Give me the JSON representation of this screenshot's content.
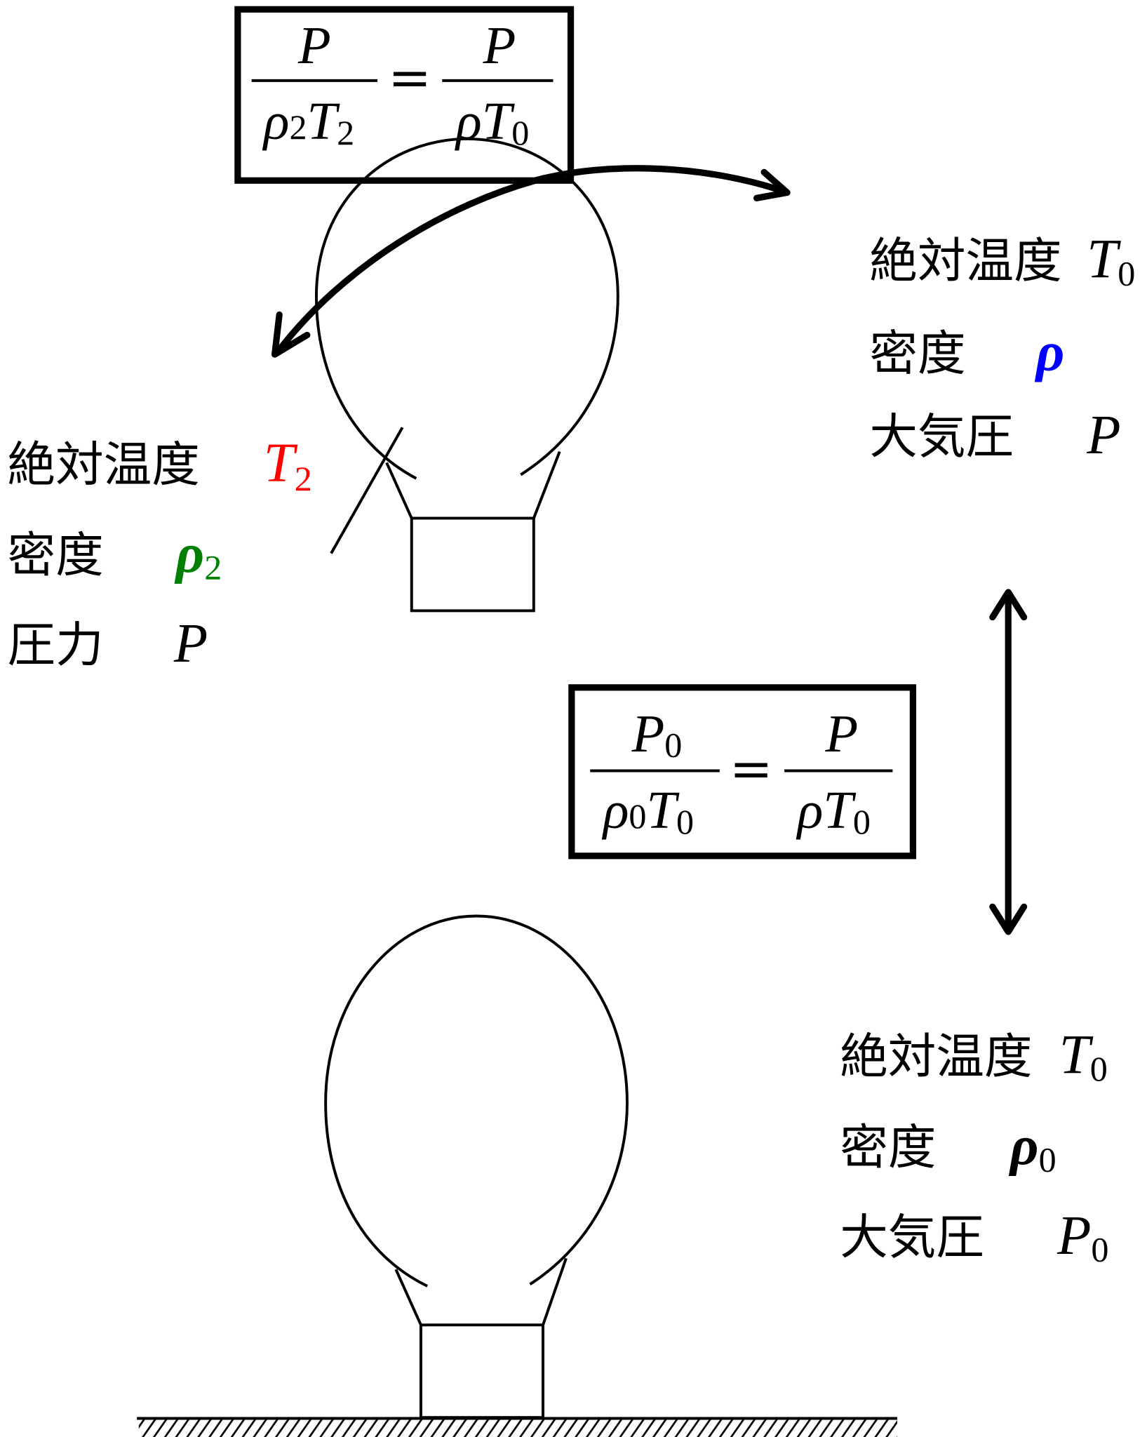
{
  "colors": {
    "T2": "#ff0000",
    "rho2": "#008000",
    "rho": "#0000ff",
    "default": "#000000"
  },
  "top_formula": {
    "left_num": "P",
    "left_den_a": "ρ",
    "left_den_a_sub": "2",
    "left_den_b": "T",
    "left_den_b_sub": "2",
    "equals": "=",
    "right_num": "P",
    "right_den_a": "ρ",
    "right_den_b": "T",
    "right_den_b_sub": "0"
  },
  "middle_formula": {
    "left_num": "P",
    "left_num_sub": "0",
    "left_den_a": "ρ",
    "left_den_a_sub": "0",
    "left_den_b": "T",
    "left_den_b_sub": "0",
    "equals": "=",
    "right_num": "P",
    "right_den_a": "ρ",
    "right_den_b": "T",
    "right_den_b_sub": "0"
  },
  "inside_labels": {
    "temp": "絶対温度",
    "temp_sym": "T",
    "temp_sub": "2",
    "density": "密度",
    "density_sym": "ρ",
    "density_sub": "2",
    "pressure": "圧力",
    "pressure_sym": "P"
  },
  "outside_upper_labels": {
    "temp": "絶対温度",
    "temp_sym": "T",
    "temp_sub": "0",
    "density": "密度",
    "density_sym": "ρ",
    "pressure": "大気圧",
    "pressure_sym": "P"
  },
  "ground_labels": {
    "temp": "絶対温度",
    "temp_sym": "T",
    "temp_sub": "0",
    "density": "密度",
    "density_sym": "ρ",
    "density_sub": "0",
    "pressure": "大気圧",
    "pressure_sym": "P",
    "pressure_sub": "0"
  }
}
